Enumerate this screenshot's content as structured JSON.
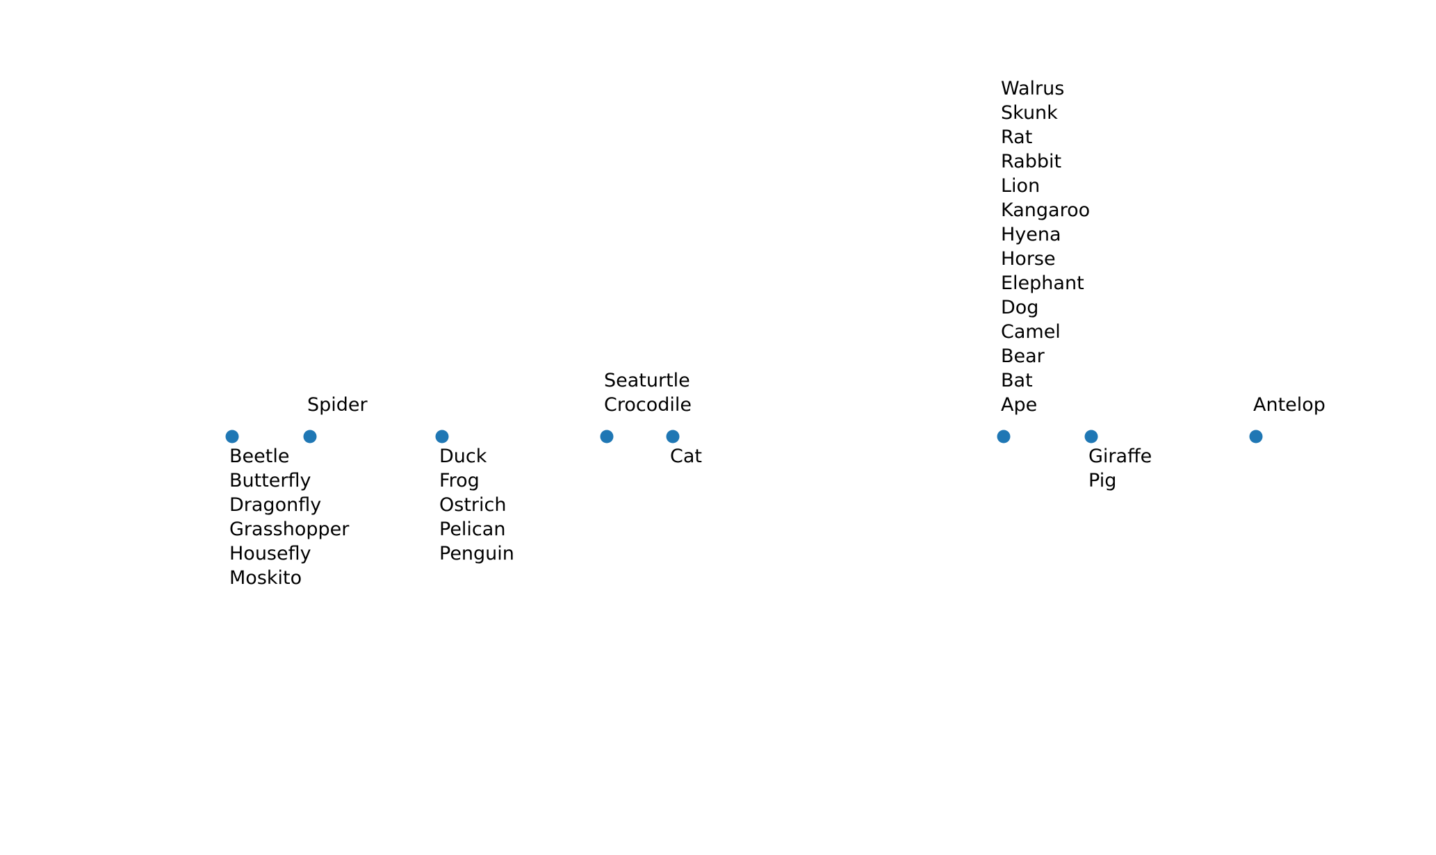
{
  "chart_data": {
    "type": "scatter",
    "title": "",
    "xlabel": "",
    "ylabel": "",
    "grid": false,
    "axes_visible": false,
    "marker_color": "#1f77b4",
    "points": [
      {
        "labels_below": [
          "Beetle",
          "Butterfly",
          "Dragonfly",
          "Grasshopper",
          "Housefly",
          "Moskito"
        ],
        "labels_above": []
      },
      {
        "labels_below": [],
        "labels_above": [
          "Spider"
        ]
      },
      {
        "labels_below": [
          "Duck",
          "Frog",
          "Ostrich",
          "Pelican",
          "Penguin"
        ],
        "labels_above": []
      },
      {
        "labels_below": [],
        "labels_above": [
          "Seaturtle",
          "Crocodile"
        ]
      },
      {
        "labels_below": [
          "Cat"
        ],
        "labels_above": []
      },
      {
        "labels_below": [],
        "labels_above": [
          "Walrus",
          "Skunk",
          "Rat",
          "Rabbit",
          "Lion",
          "Kangaroo",
          "Hyena",
          "Horse",
          "Elephant",
          "Dog",
          "Camel",
          "Bear",
          "Bat",
          "Ape"
        ]
      },
      {
        "labels_below": [
          "Giraffe",
          "Pig"
        ],
        "labels_above": []
      },
      {
        "labels_below": [],
        "labels_above": [
          "Antelop"
        ]
      }
    ]
  }
}
